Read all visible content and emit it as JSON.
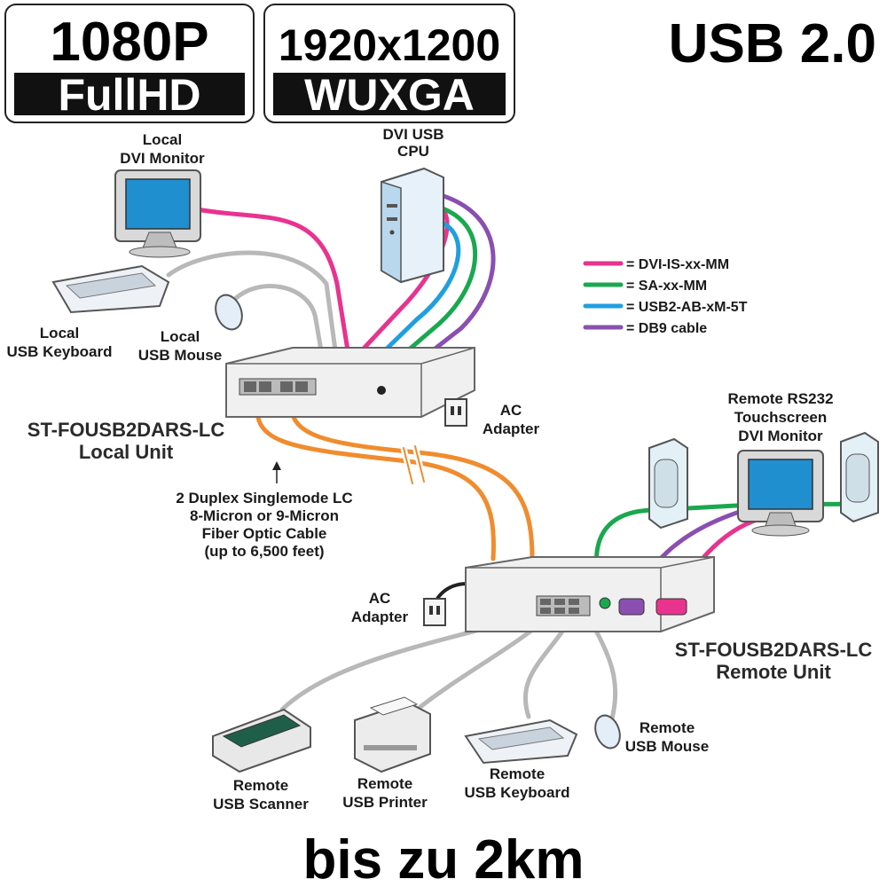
{
  "badges": {
    "fullhd": {
      "top": "1080P",
      "bottom": "FullHD"
    },
    "wuxga": {
      "top": "1920x1200",
      "bottom": "WUXGA"
    },
    "usb": "USB 2.0"
  },
  "footer": "bis zu 2km",
  "colors": {
    "dvi": "#e8338f",
    "sa": "#1aa84f",
    "usb": "#1f9fe0",
    "db9": "#8a4fb0",
    "fiber": "#f08c2e",
    "usb_gray": "#b8b8b8"
  },
  "legend": [
    {
      "key": "dvi",
      "label": "= DVI-IS-xx-MM"
    },
    {
      "key": "sa",
      "label": "= SA-xx-MM"
    },
    {
      "key": "usb",
      "label": "= USB2-AB-xM-5T"
    },
    {
      "key": "db9",
      "label": "= DB9 cable"
    }
  ],
  "labels": {
    "local_monitor": [
      "Local",
      "DVI Monitor"
    ],
    "cpu": [
      "DVI USB",
      "CPU"
    ],
    "local_keyboard": [
      "Local",
      "USB Keyboard"
    ],
    "local_mouse": [
      "Local",
      "USB Mouse"
    ],
    "local_unit": [
      "ST-FOUSB2DARS-LC",
      "Local Unit"
    ],
    "ac_local": [
      "AC",
      "Adapter"
    ],
    "fiber": [
      "2 Duplex Singlemode LC",
      "8-Micron or 9-Micron",
      "Fiber Optic Cable",
      "(up to 6,500 feet)"
    ],
    "remote_monitor": [
      "Remote RS232",
      "Touchscreen",
      "DVI Monitor"
    ],
    "ac_remote": [
      "AC",
      "Adapter"
    ],
    "remote_unit": [
      "ST-FOUSB2DARS-LC",
      "Remote Unit"
    ],
    "remote_scanner": [
      "Remote",
      "USB Scanner"
    ],
    "remote_printer": [
      "Remote",
      "USB Printer"
    ],
    "remote_keyboard": [
      "Remote",
      "USB Keyboard"
    ],
    "remote_mouse": [
      "Remote",
      "USB Mouse"
    ]
  }
}
